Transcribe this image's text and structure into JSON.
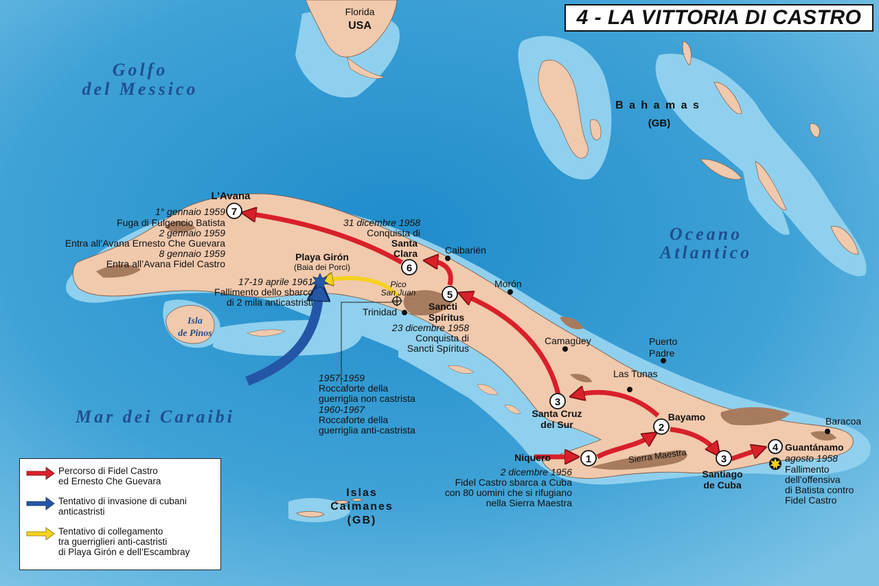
{
  "title": "4 - LA VITTORIA DI CASTRO",
  "seas": {
    "gulf": [
      "Golfo",
      "del Messico"
    ],
    "atlantic": [
      "Oceano",
      "Atlantico"
    ],
    "caribbean": "Mar dei Caraibi"
  },
  "regions": {
    "florida": [
      "Florida",
      "USA"
    ],
    "bahamas": [
      "B a h a m a s",
      "(GB)"
    ],
    "isla_pinos": [
      "Isla",
      "de Pinos"
    ],
    "caimanes": [
      "Islas",
      "Caimanes",
      "(GB)"
    ]
  },
  "cities": {
    "avana": "L’Avana",
    "caibarien": "Caibarién",
    "moron": "Morón",
    "camaguey": "Camagüey",
    "puerto_padre": [
      "Puerto",
      "Padre"
    ],
    "las_tunas": "Las Tunas",
    "baracoa": "Baracoa",
    "trinidad": "Trinidad",
    "pico_san_juan": [
      "Pico",
      "San Juan"
    ],
    "playa_giron": [
      "Playa Girón",
      "(Baia dei Porci)"
    ],
    "santa_cruz": [
      "Santa Cruz",
      "del Sur"
    ],
    "bayamo": "Bayamo",
    "niquero": "Niquero",
    "sierra_maestra": "Sierra Maestra",
    "santiago": [
      "Santiago",
      "de Cuba"
    ],
    "guantanamo": "Guantánamo",
    "sancti_spiritus": [
      "Sancti",
      "Spíritus"
    ],
    "santa_clara": [
      "Santa",
      "Clara"
    ]
  },
  "events": {
    "e7": [
      "1° gennaio 1959",
      "Fuga di Fulgencio Batista",
      "2 gennaio 1959",
      "Entra all’Avana Ernesto Che Guevara",
      "8 gennaio 1959",
      "Entra all’Avana Fidel Castro"
    ],
    "e6": [
      "31 dicembre 1958",
      "Conquista di"
    ],
    "e5": [
      "23 dicembre 1958",
      "Conquista di",
      "Sancti Spíritus"
    ],
    "giron": [
      "17-19 aprile 1961",
      "Fallimento dello sbarco",
      "di 2 mila anticastristi"
    ],
    "escambray": [
      "1957-1959",
      "Roccaforte della",
      "guerriglia non castrista",
      "1960-1967",
      "Roccaforte della",
      "guerriglia anti-castrista"
    ],
    "e1": [
      "2 dicembre 1956",
      "Fidel Castro sbarca a Cuba",
      "con 80 uomini che si rifugiano",
      "nella Sierra Maestra"
    ],
    "e4": [
      "agosto 1958",
      "Fallimento",
      "dell’offensiva",
      "di Batista contro",
      "Fidel Castro"
    ]
  },
  "steps": [
    "1",
    "2",
    "3",
    "3",
    "4",
    "5",
    "6",
    "7"
  ],
  "legend": [
    {
      "label": "Percorso di Fidel Castro\ned Ernesto Che Guevara",
      "color": "#d8202a"
    },
    {
      "label": "Tentativo di invasione di cubani\nanticastristi",
      "color": "#2356a6"
    },
    {
      "label": "Tentativo di collegamento\ntra guerriglieri anti-castristi\ndi Playa Girón e dell’Escambray",
      "color": "#f5d21f"
    }
  ],
  "colors": {
    "sea": "#3fa2d6",
    "shelf": "#8fd0ee",
    "land": "#f1c9ad",
    "mountain": "#a77b5e",
    "castro_route": "#d8202a",
    "invasion": "#2356a6",
    "link": "#f5d21f"
  }
}
